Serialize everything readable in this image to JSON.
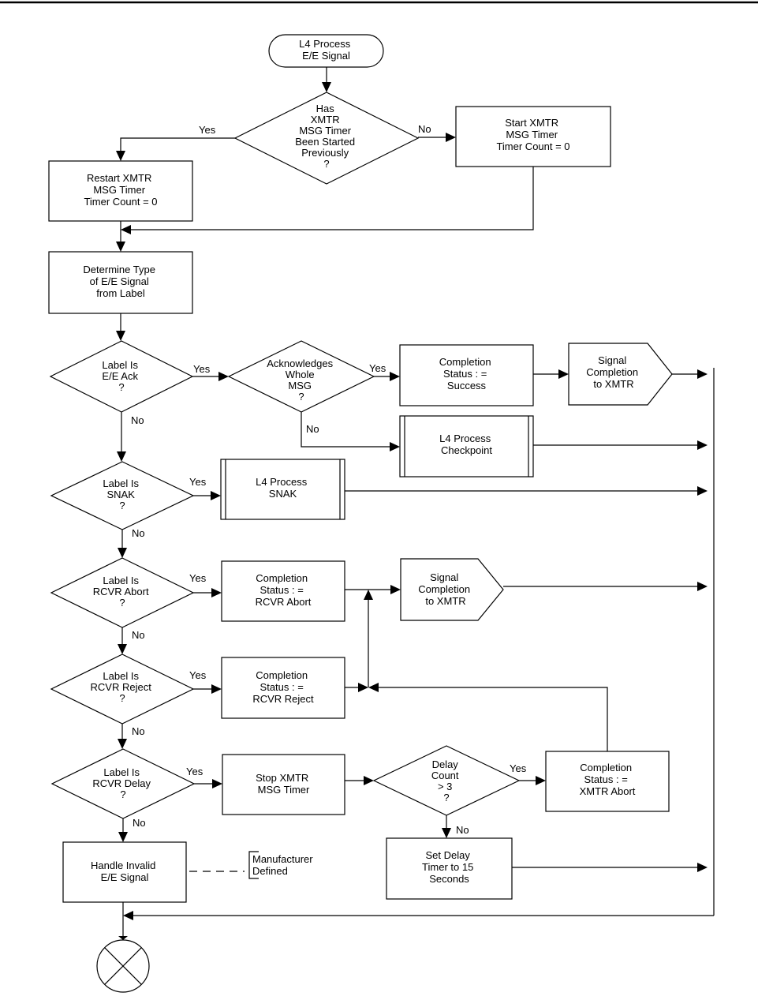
{
  "nodes": {
    "start": {
      "lines": [
        "L4 Process",
        "E/E Signal"
      ]
    },
    "has_timer": {
      "lines": [
        "Has",
        "XMTR",
        "MSG Timer",
        "Been Started",
        "Previously",
        "?"
      ]
    },
    "start_timer": {
      "lines": [
        "Start XMTR",
        "MSG Timer",
        "Timer Count = 0"
      ]
    },
    "restart_timer": {
      "lines": [
        "Restart XMTR",
        "MSG Timer",
        "Timer Count = 0"
      ]
    },
    "determine_type": {
      "lines": [
        "Determine Type",
        "of E/E Signal",
        "from Label"
      ]
    },
    "is_ack": {
      "lines": [
        "Label Is",
        "E/E Ack",
        "?"
      ]
    },
    "ack_whole": {
      "lines": [
        "Acknowledges",
        "Whole",
        "MSG",
        "?"
      ]
    },
    "status_success": {
      "lines": [
        "Completion",
        "Status : =",
        "Success"
      ]
    },
    "signal_completion_1": {
      "lines": [
        "Signal",
        "Completion",
        "to XMTR"
      ]
    },
    "checkpoint": {
      "lines": [
        "L4 Process",
        "Checkpoint"
      ]
    },
    "is_snak": {
      "lines": [
        "Label Is",
        "SNAK",
        "?"
      ]
    },
    "process_snak": {
      "lines": [
        "L4 Process",
        "SNAK"
      ]
    },
    "is_rcvr_abort": {
      "lines": [
        "Label Is",
        "RCVR Abort",
        "?"
      ]
    },
    "status_rcvr_abort": {
      "lines": [
        "Completion",
        "Status : =",
        "RCVR Abort"
      ]
    },
    "signal_completion_2": {
      "lines": [
        "Signal",
        "Completion",
        "to XMTR"
      ]
    },
    "is_rcvr_reject": {
      "lines": [
        "Label Is",
        "RCVR Reject",
        "?"
      ]
    },
    "status_rcvr_reject": {
      "lines": [
        "Completion",
        "Status : =",
        "RCVR Reject"
      ]
    },
    "is_rcvr_delay": {
      "lines": [
        "Label Is",
        "RCVR Delay",
        "?"
      ]
    },
    "stop_timer": {
      "lines": [
        "Stop XMTR",
        "MSG Timer"
      ]
    },
    "delay_count": {
      "lines": [
        "Delay",
        "Count",
        "> 3",
        "?"
      ]
    },
    "status_xmtr_abort": {
      "lines": [
        "Completion",
        "Status : =",
        "XMTR Abort"
      ]
    },
    "set_delay_timer": {
      "lines": [
        "Set Delay",
        "Timer to 15",
        "Seconds"
      ]
    },
    "handle_invalid": {
      "lines": [
        "Handle Invalid",
        "E/E Signal"
      ]
    },
    "manufacturer_note": {
      "lines": [
        "Manufacturer",
        "Defined"
      ]
    }
  },
  "edge_labels": {
    "has_timer_yes": "Yes",
    "has_timer_no": "No",
    "ack_yes": "Yes",
    "ack_no": "No",
    "ack_whole_yes": "Yes",
    "ack_whole_no": "No",
    "snak_yes": "Yes",
    "snak_no": "No",
    "abort_yes": "Yes",
    "abort_no": "No",
    "reject_yes": "Yes",
    "reject_no": "No",
    "delay_yes": "Yes",
    "delay_no": "No",
    "delay_count_yes": "Yes",
    "delay_count_no": "No"
  }
}
